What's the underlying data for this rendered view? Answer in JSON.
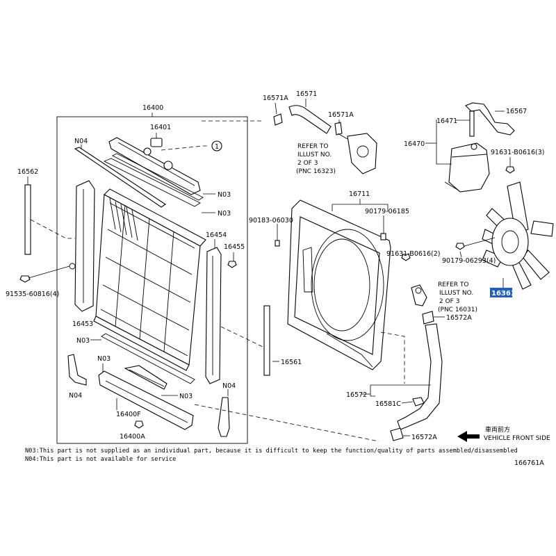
{
  "labels": {
    "p16400": "16400",
    "p16401": "16401",
    "p16562": "16562",
    "p16453": "16453",
    "p16454": "16454",
    "p16455": "16455",
    "p91535": "91535-60816(4)",
    "n04_top": "N04",
    "n03_a": "N03",
    "n03_b": "N03",
    "n03_c": "N03",
    "n03_d": "N03",
    "n03_e": "N03",
    "n04_left": "N04",
    "n04_right": "N04",
    "p16400f": "16400F",
    "p16400a": "16400A",
    "p16561": "16561",
    "p16571a": "16571A",
    "p16571": "16571",
    "p16571a_2": "16571A",
    "p16711": "16711",
    "p90183": "90183-06030",
    "p90179_a": "90179-06185",
    "p91631_a": "91631-B0616(2)",
    "p16471": "16471",
    "p16567": "16567",
    "p16470": "16470",
    "p91631_b": "91631-B0616(3)",
    "p90179_b": "90179-06293(4)",
    "p16361": "16361",
    "p16572a_top": "16572A",
    "p16572": "16572",
    "p16581c": "16581C",
    "p16572a_bot": "16572A",
    "circle_ref": "1"
  },
  "refer_notes": {
    "left": [
      "REFER TO",
      "ILLUST NO.",
      "2 OF 3",
      "(PNC 16323)"
    ],
    "right": [
      "REFER TO",
      "ILLUST NO.",
      "2 OF 3",
      "(PNC 16031)"
    ]
  },
  "direction": {
    "jp": "車両前方",
    "en": "VEHICLE FRONT SIDE"
  },
  "footnotes": {
    "n03": "N03:This part is not supplied as an individual part, because it is difficult to keep the function/quality of parts assembled/disassembled",
    "n04": "N04:This part is not available for service"
  },
  "diagram_id": "166761A",
  "colors": {
    "highlight": "#1f5fbf",
    "line": "#000000",
    "background": "#ffffff"
  }
}
